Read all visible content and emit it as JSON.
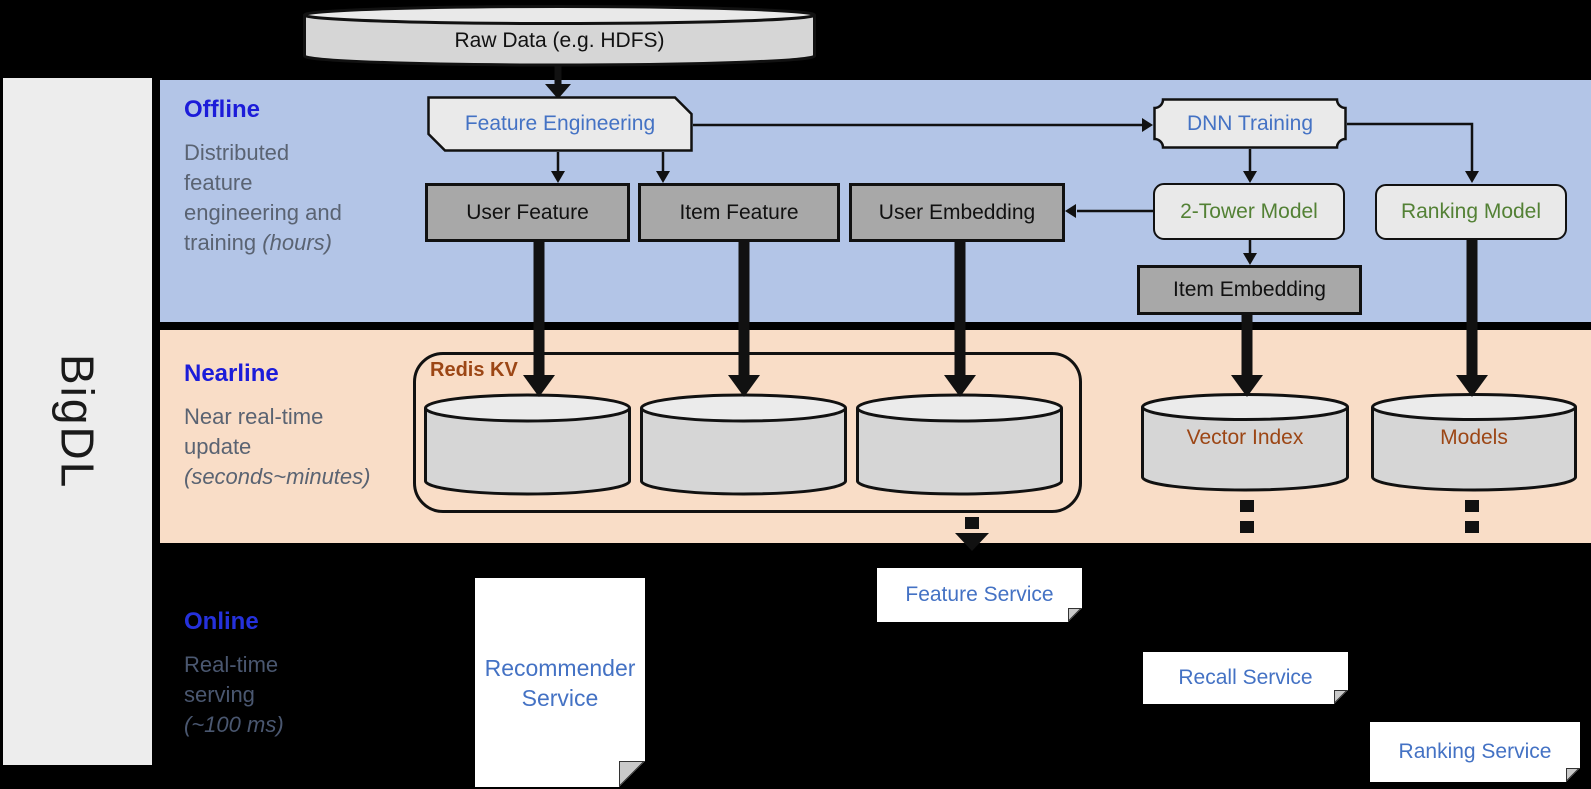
{
  "sidebar": {
    "brand": "BigDL"
  },
  "source": {
    "label": "Raw Data (e.g. HDFS)"
  },
  "offline": {
    "title": "Offline",
    "description": "Distributed feature engineering and training",
    "description_italic": "(hours)",
    "nodes": {
      "feature_engineering": "Feature Engineering",
      "dnn_training": "DNN Training",
      "user_feature": "User Feature",
      "item_feature": "Item Feature",
      "user_embedding": "User Embedding",
      "two_tower_model": "2-Tower Model",
      "ranking_model": "Ranking Model",
      "item_embedding": "Item Embedding"
    }
  },
  "nearline": {
    "title": "Nearline",
    "description": "Near real-time update",
    "description_italic": "(seconds~minutes)",
    "nodes": {
      "redis_kv": "Redis KV",
      "vector_index": "Vector Index",
      "models": "Models"
    }
  },
  "online": {
    "title": "Online",
    "description": "Real-time serving",
    "description_italic": "(~100 ms)",
    "nodes": {
      "recommender_service": "Recommender Service",
      "feature_service": "Feature Service",
      "recall_service": "Recall Service",
      "ranking_service": "Ranking Service"
    }
  },
  "colors": {
    "offline_band": "#B3C5E7",
    "nearline_band": "#F9DDC7",
    "band_title_blue": "#1C1CD9",
    "node_text_blue": "#4472C4",
    "model_text_green": "#538135",
    "storage_text_brown": "#9C4615",
    "desc_gray": "#5A6372",
    "dark_box_gray": "#A8A8A8",
    "light_box_gray": "#E9E9E9",
    "background": "#000000"
  }
}
